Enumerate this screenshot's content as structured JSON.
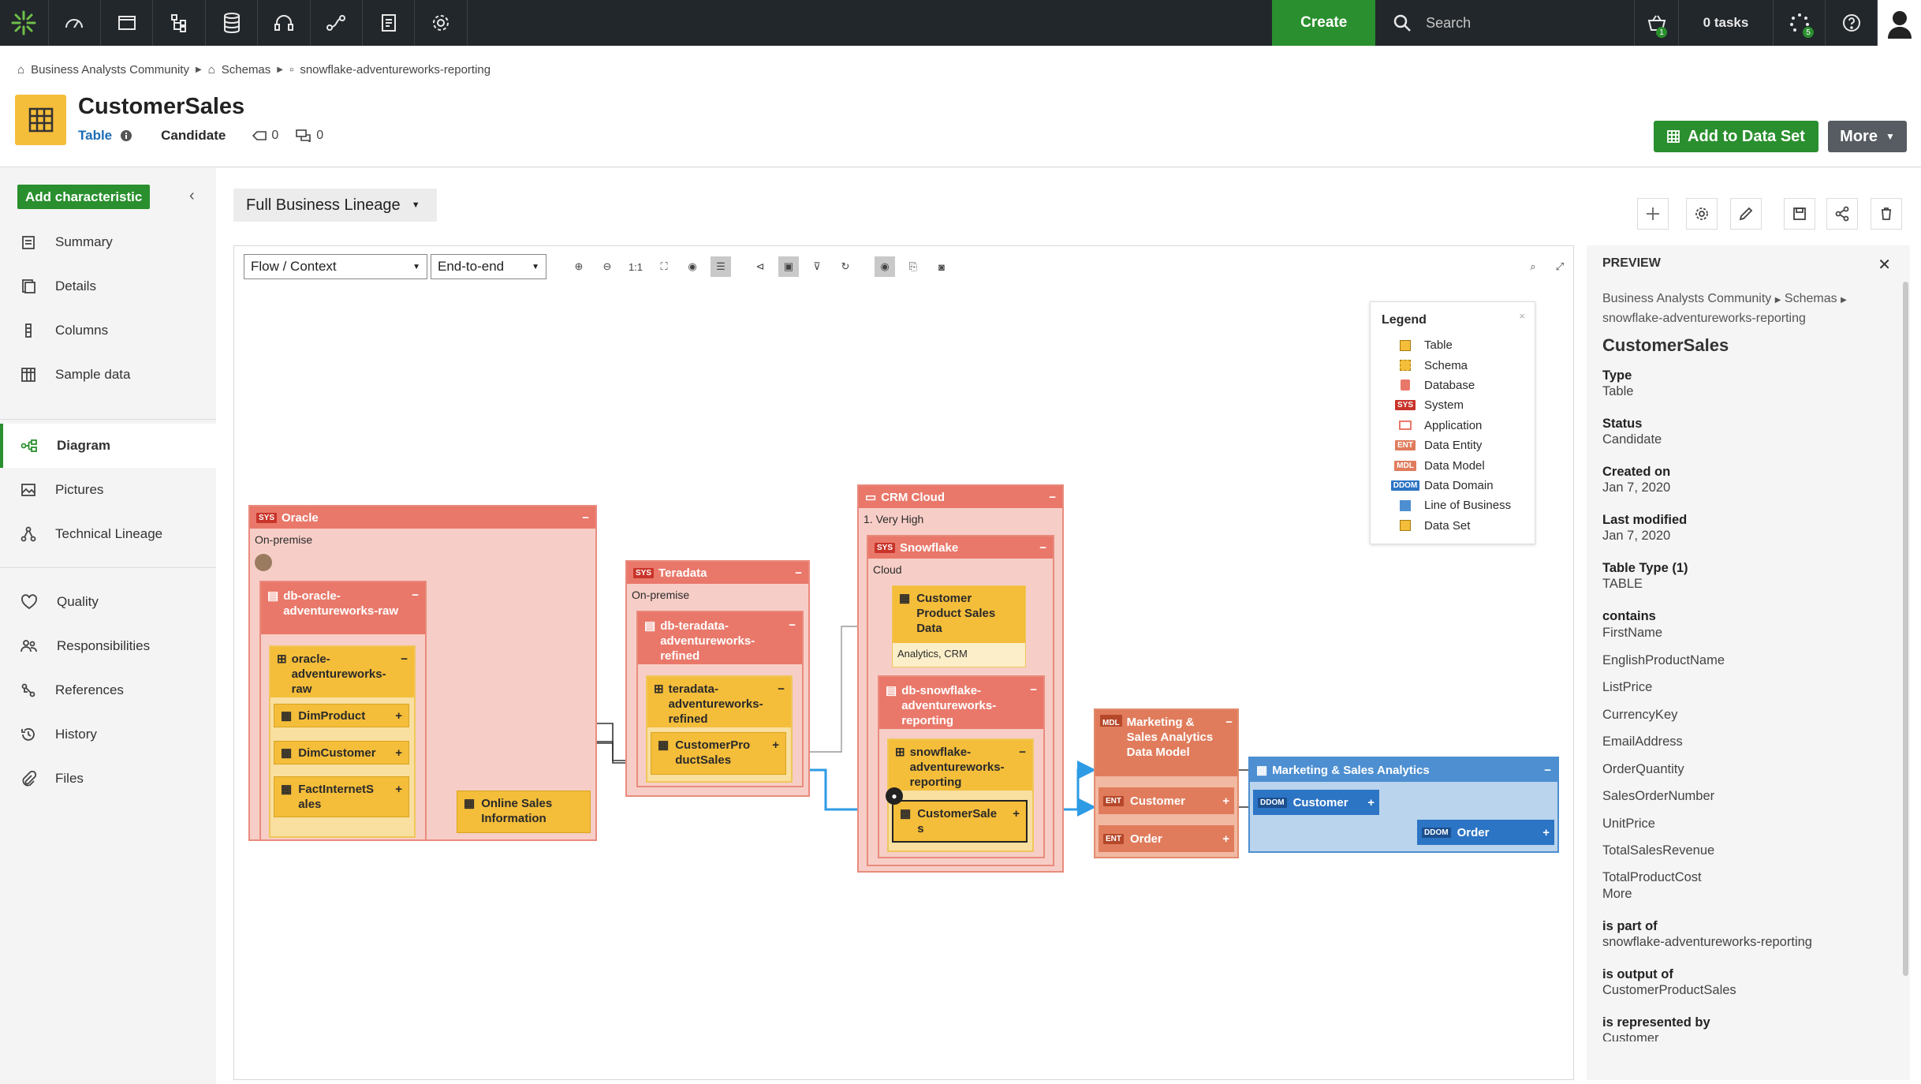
{
  "topbar": {
    "create_label": "Create",
    "search_placeholder": "Search",
    "tasks_label": "0 tasks",
    "cart_badge": "1",
    "activity_badge": "5"
  },
  "breadcrumb": [
    "Business Analysts Community",
    "Schemas",
    "snowflake-adventureworks-reporting"
  ],
  "asset": {
    "title": "CustomerSales",
    "type": "Table",
    "status": "Candidate",
    "tags_count": "0",
    "comments_count": "0"
  },
  "actions": {
    "add_to_dataset": "Add to Data Set",
    "more": "More"
  },
  "sidebar": {
    "add_characteristic": "Add characteristic",
    "items": [
      "Summary",
      "Details",
      "Columns",
      "Sample data",
      "Diagram",
      "Pictures",
      "Technical Lineage",
      "Quality",
      "Responsibilities",
      "References",
      "History",
      "Files"
    ],
    "active": "Diagram"
  },
  "diagram": {
    "view_dropdown": "Full Business Lineage",
    "layout_select": "Flow / Context",
    "scope_select": "End-to-end",
    "zoom_1_1": "1:1",
    "legend": {
      "title": "Legend",
      "items": [
        {
          "label": "Table",
          "icon": "table"
        },
        {
          "label": "Schema",
          "icon": "schema"
        },
        {
          "label": "Database",
          "icon": "database"
        },
        {
          "label": "System",
          "icon": "SYS"
        },
        {
          "label": "Application",
          "icon": "application"
        },
        {
          "label": "Data Entity",
          "icon": "ENT"
        },
        {
          "label": "Data Model",
          "icon": "MDL"
        },
        {
          "label": "Data Domain",
          "icon": "DDOM"
        },
        {
          "label": "Line of Business",
          "icon": "lob"
        },
        {
          "label": "Data Set",
          "icon": "dataset"
        }
      ]
    },
    "nodes": {
      "oracle": {
        "tag": "SYS",
        "name": "Oracle",
        "sub": "On-premise"
      },
      "db_oracle": {
        "name": "db-oracle-adventureworks-raw"
      },
      "schema_oracle": {
        "name": "oracle-adventureworks-raw"
      },
      "dimproduct": "DimProduct",
      "dimcustomer": "DimCustomer",
      "factinternetsales": "FactInternetSales",
      "online_sales": "Online Sales Information",
      "teradata": {
        "tag": "SYS",
        "name": "Teradata",
        "sub": "On-premise"
      },
      "db_teradata": {
        "name": "db-teradata-adventureworks-refined"
      },
      "schema_teradata": {
        "name": "teradata-adventureworks-refined"
      },
      "customerproductsales": "CustomerProductSales",
      "crm": {
        "name": "CRM Cloud",
        "sub": "1. Very High"
      },
      "snowflake": {
        "tag": "SYS",
        "name": "Snowflake",
        "sub": "Cloud"
      },
      "cps_data": {
        "name": "Customer Product Sales Data",
        "sub": "Analytics, CRM"
      },
      "db_snowflake": {
        "name": "db-snowflake-adventureworks-reporting"
      },
      "schema_snowflake": {
        "name": "snowflake-adventureworks-reporting"
      },
      "customersales": "CustomerSales",
      "mdl": {
        "tag": "MDL",
        "name": "Marketing & Sales Analytics Data Model"
      },
      "ent_customer": {
        "tag": "ENT",
        "name": "Customer"
      },
      "ent_order": {
        "tag": "ENT",
        "name": "Order"
      },
      "lob": {
        "name": "Marketing & Sales Analytics"
      },
      "ddom_customer": {
        "tag": "DDOM",
        "name": "Customer"
      },
      "ddom_order": {
        "tag": "DDOM",
        "name": "Order"
      }
    }
  },
  "preview": {
    "title": "PREVIEW",
    "breadcrumb_1": "Business Analysts Community",
    "breadcrumb_2": "Schemas",
    "breadcrumb_3": "snowflake-adventureworks-reporting",
    "name": "CustomerSales",
    "fields": [
      {
        "label": "Type",
        "value": "Table"
      },
      {
        "label": "Status",
        "value": "Candidate"
      },
      {
        "label": "Created on",
        "value": "Jan 7, 2020"
      },
      {
        "label": "Last modified",
        "value": "Jan 7, 2020"
      },
      {
        "label": "Table Type (1)",
        "value": "TABLE"
      }
    ],
    "contains_label": "contains",
    "contains": [
      "FirstName",
      "EnglishProductName",
      "ListPrice",
      "CurrencyKey",
      "EmailAddress",
      "OrderQuantity",
      "SalesOrderNumber",
      "UnitPrice",
      "TotalSalesRevenue",
      "TotalProductCost"
    ],
    "more_label": "More",
    "relations": [
      {
        "label": "is part of",
        "value": "snowflake-adventureworks-reporting"
      },
      {
        "label": "is output of",
        "value": "CustomerProductSales"
      },
      {
        "label": "is represented by",
        "value": "Customer"
      }
    ]
  }
}
